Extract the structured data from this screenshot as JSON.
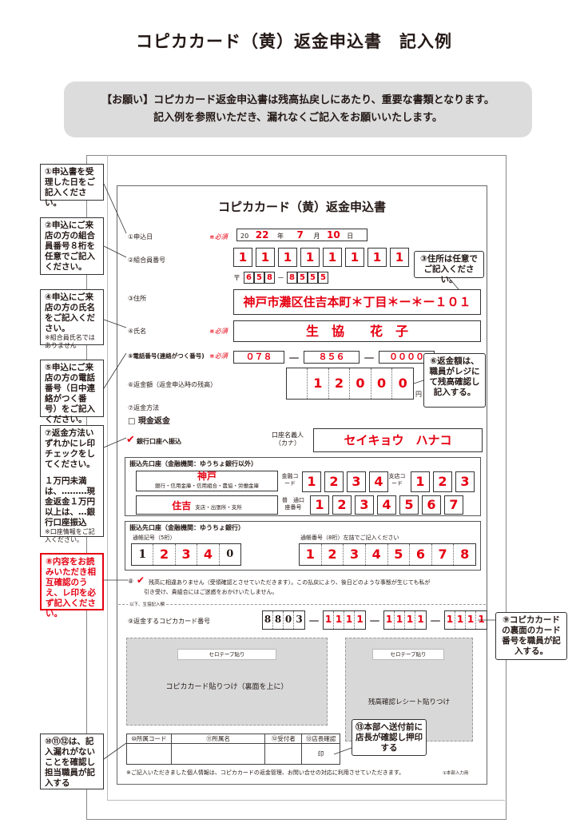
{
  "title": "コピカカード（黄）返金申込書　記入例",
  "notice": {
    "line1": "【お願い】コピカカード返金申込書は残高払戻しにあたり、重要な書類となります。",
    "line2": "記入例を参照いただき、漏れなくご記入をお願いいたします。"
  },
  "form": {
    "title": "コピカカード（黄）返金申込書",
    "required": "※必須",
    "date": {
      "label": "①申込日",
      "era": "20",
      "year": "22",
      "year_unit": "年",
      "month": "7",
      "month_unit": "月",
      "day": "10",
      "day_unit": "日"
    },
    "member": {
      "label": "②組合員番号",
      "digits": [
        "1",
        "1",
        "1",
        "1",
        "1",
        "1",
        "1",
        "1"
      ]
    },
    "postal": {
      "mark": "〒",
      "first": [
        "6",
        "5",
        "8"
      ],
      "second": [
        "8",
        "5",
        "5",
        "5"
      ]
    },
    "address": {
      "label": "③住所",
      "value": "神戸市灘区住吉本町＊丁目＊ー＊ー１０１"
    },
    "name": {
      "label": "④氏名",
      "value": "生　協　　花　子"
    },
    "phone": {
      "label": "⑤電話番号(連絡がつく番号)",
      "a": "０７８",
      "b": "８５６",
      "c": "００００"
    },
    "amount": {
      "label": "⑥返金額（返金申込時の残高）",
      "digits": [
        "1",
        "2",
        "0",
        "0",
        "0"
      ],
      "unit": "円"
    },
    "method": {
      "label": "⑦返金方法",
      "cash": "□ 現金返金",
      "bank": "銀行口座へ振込"
    },
    "holder": {
      "label1": "口座名義人",
      "label2": "（カナ）",
      "value": "セイキョウ　ハナコ"
    },
    "bank_other": {
      "heading": "振込先口座（金融機関：ゆうちょ銀行以外）",
      "bank_name": "神戸",
      "bank_types": "銀行・信用金庫・信用組合・農協・労働金庫",
      "code_label": "金融コード",
      "code": [
        "1",
        "2",
        "3",
        "4"
      ],
      "branch_code_label": "支店コード",
      "branch_code": [
        "1",
        "2",
        "3"
      ],
      "branch_name": "住吉",
      "branch_types": "支店・出張所・支所",
      "acct_label": "普　通口座番号",
      "acct": [
        "1",
        "2",
        "3",
        "4",
        "5",
        "6",
        "7"
      ]
    },
    "yucho": {
      "heading": "振込先口座（金融機関：ゆうちょ銀行）",
      "symbol_label": "通帳記号（5桁）",
      "symbol": [
        "1",
        "2",
        "3",
        "4",
        "0"
      ],
      "number_label": "通帳番号（8桁）左詰でご記入ください",
      "number": [
        "1",
        "2",
        "3",
        "4",
        "5",
        "6",
        "7",
        "8"
      ]
    },
    "confirm": {
      "num": "⑧",
      "text1": "残高に相違ありません（受領確認とさせていただきます）。この払戻により、後日どのような事態が生じても私が",
      "text2": "引き受け、貴組合にはご迷惑をおかけいたしません。"
    },
    "staff_line": "以下、生協記入欄",
    "card": {
      "label": "⑨返金するコピカカード番号",
      "g1": [
        "8",
        "8",
        "0",
        "3"
      ],
      "g2": [
        "1",
        "1",
        "1",
        "1"
      ],
      "g3": [
        "1",
        "1",
        "1",
        "1"
      ],
      "g4": [
        "1",
        "1",
        "1",
        "1"
      ]
    },
    "tape1": {
      "tag": "セロテープ貼り",
      "text": "コピカカード貼りつけ（裏面を上に）"
    },
    "tape2": {
      "tag": "セロテープ貼り",
      "text": "残高確認レシート貼りつけ"
    },
    "footer_table": {
      "c1": "⑩所属コード",
      "c2": "⑪所属名",
      "c3": "⑫受付者",
      "c4": "⑬店長確認",
      "stamp": "印"
    },
    "privacy": "※ご記入いただきました個人情報は、コピカカードの返金管理、お問い合せの対応に利用させていただきます。",
    "hq": "①本部入力用"
  },
  "side_notes": [
    "①申込書を受理した日をご記入ください。",
    "②申込にご来店の方の組合員番号８桁を任意でご記入ください。",
    "④申込にご来店の方の氏名をご記入ください。",
    "※組合員氏名ではありません",
    "⑤申込にご来店の方の電話番号（日中連絡がつく番号）をご記入ください。",
    "⑦返金方法いずれかにレ印チェックをしてください。",
    "１万円未満は、………現金返金１万円以上は、…銀行口座振込",
    "※口座情報をご記入ください。",
    "⑧内容をお読みいただき相互確認のうえ、レ印を必ず記入ください。",
    "⑩⑪⑫は、記入漏れがないことを確認し担当職員が記入する"
  ],
  "callouts": {
    "address": "③住所は任意でご記入ください。",
    "amount": "⑥返金額は、職員がレジにて残高確認し記入する。",
    "card": "⑨コピカカードの裏面のカード番号を職員が記入する。",
    "manager": "⑬本部へ送付前に店長が確認し押印する"
  }
}
